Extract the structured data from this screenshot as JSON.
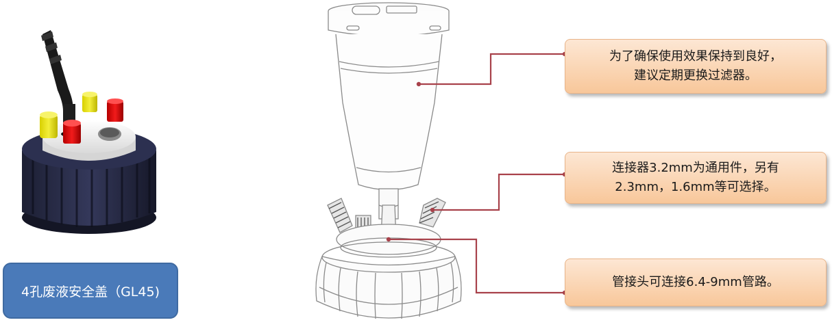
{
  "product": {
    "label": "4孔废液安全盖（GL45)"
  },
  "callouts": [
    {
      "lines": [
        "为了确保使用效果保持到良好，",
        "建议定期更换过滤器。"
      ]
    },
    {
      "lines": [
        "连接器3.2mm为通用件，另有",
        "2.3mm，1.6mm等可选择。"
      ]
    },
    {
      "lines": [
        "管接头可连接6.4-9mm管路。"
      ]
    }
  ],
  "colors": {
    "leader_line": "#a8414a",
    "callout_fill": "#f8c79a",
    "label_fill": "#4a7ab9"
  }
}
